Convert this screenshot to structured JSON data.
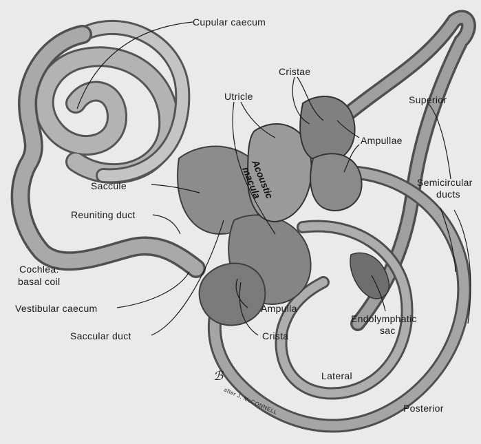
{
  "labels": {
    "cupular_caecum": "Cupular caecum",
    "cristae": "Cristae",
    "utricle": "Utricle",
    "superior": "Superior",
    "ampullae": "Ampullae",
    "acoustic": "Acoustic",
    "macula": "macula",
    "saccule": "Saccule",
    "semicircular": "Semicircular",
    "ducts": "ducts",
    "reuniting_duct": "Reuniting duct",
    "cochlea_line1": "Cochlea:",
    "cochlea_line2": "basal coil",
    "vestibular_caecum": "Vestibular caecum",
    "ampulla": "Ampulla",
    "endolymphatic_line1": "Endolymphatic",
    "endolymphatic_line2": "sac",
    "saccular_duct": "Saccular duct",
    "crista": "Crista",
    "lateral": "Lateral",
    "posterior": "Posterior",
    "credit": "after J. McCONNELL"
  }
}
